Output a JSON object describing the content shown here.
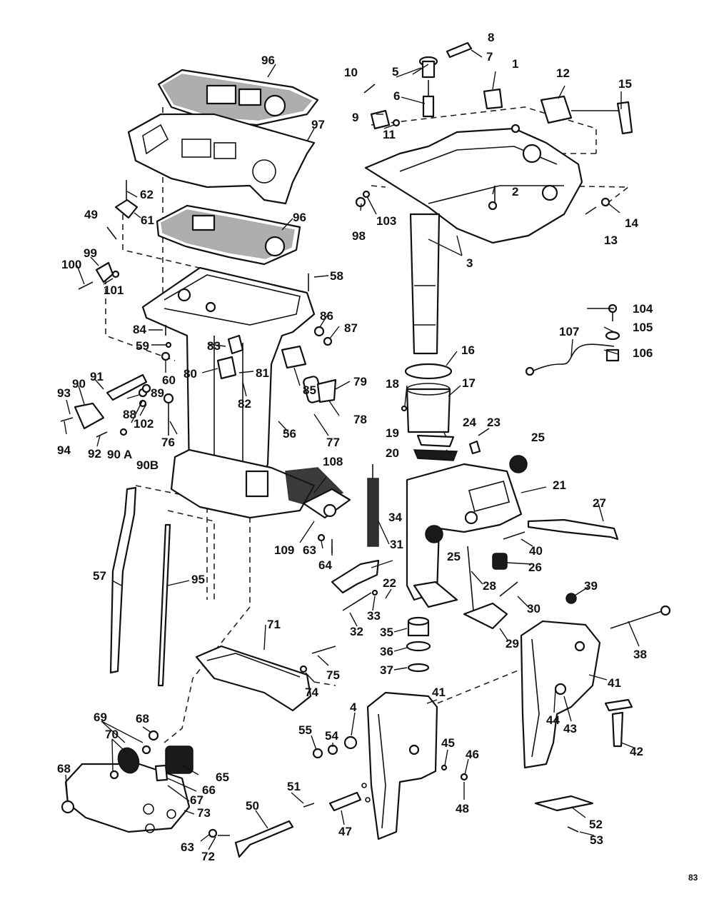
{
  "page_number": "83",
  "callouts": [
    {
      "id": "c1",
      "n": "1"
    },
    {
      "id": "c2",
      "n": "2"
    },
    {
      "id": "c3",
      "n": "3"
    },
    {
      "id": "c4",
      "n": "4"
    },
    {
      "id": "c5",
      "n": "5"
    },
    {
      "id": "c6",
      "n": "6"
    },
    {
      "id": "c7",
      "n": "7"
    },
    {
      "id": "c8",
      "n": "8"
    },
    {
      "id": "c9",
      "n": "9"
    },
    {
      "id": "c10",
      "n": "10"
    },
    {
      "id": "c11",
      "n": "11"
    },
    {
      "id": "c12",
      "n": "12"
    },
    {
      "id": "c13",
      "n": "13"
    },
    {
      "id": "c14",
      "n": "14"
    },
    {
      "id": "c15",
      "n": "15"
    },
    {
      "id": "c16",
      "n": "16"
    },
    {
      "id": "c17",
      "n": "17"
    },
    {
      "id": "c18",
      "n": "18"
    },
    {
      "id": "c19",
      "n": "19"
    },
    {
      "id": "c20",
      "n": "20"
    },
    {
      "id": "c21",
      "n": "21"
    },
    {
      "id": "c22",
      "n": "22"
    },
    {
      "id": "c23",
      "n": "23"
    },
    {
      "id": "c24",
      "n": "24"
    },
    {
      "id": "c25a",
      "n": "25"
    },
    {
      "id": "c25b",
      "n": "25"
    },
    {
      "id": "c26",
      "n": "26"
    },
    {
      "id": "c27",
      "n": "27"
    },
    {
      "id": "c28",
      "n": "28"
    },
    {
      "id": "c29",
      "n": "29"
    },
    {
      "id": "c30",
      "n": "30"
    },
    {
      "id": "c31",
      "n": "31"
    },
    {
      "id": "c32",
      "n": "32"
    },
    {
      "id": "c33",
      "n": "33"
    },
    {
      "id": "c34",
      "n": "34"
    },
    {
      "id": "c35",
      "n": "35"
    },
    {
      "id": "c36",
      "n": "36"
    },
    {
      "id": "c37",
      "n": "37"
    },
    {
      "id": "c38",
      "n": "38"
    },
    {
      "id": "c39",
      "n": "39"
    },
    {
      "id": "c40",
      "n": "40"
    },
    {
      "id": "c41a",
      "n": "41"
    },
    {
      "id": "c41b",
      "n": "41"
    },
    {
      "id": "c42",
      "n": "42"
    },
    {
      "id": "c43",
      "n": "43"
    },
    {
      "id": "c44",
      "n": "44"
    },
    {
      "id": "c45",
      "n": "45"
    },
    {
      "id": "c46",
      "n": "46"
    },
    {
      "id": "c47",
      "n": "47"
    },
    {
      "id": "c48",
      "n": "48"
    },
    {
      "id": "c49",
      "n": "49"
    },
    {
      "id": "c50",
      "n": "50"
    },
    {
      "id": "c51",
      "n": "51"
    },
    {
      "id": "c52",
      "n": "52"
    },
    {
      "id": "c53",
      "n": "53"
    },
    {
      "id": "c54",
      "n": "54"
    },
    {
      "id": "c55",
      "n": "55"
    },
    {
      "id": "c56",
      "n": "56"
    },
    {
      "id": "c57",
      "n": "57"
    },
    {
      "id": "c58",
      "n": "58"
    },
    {
      "id": "c59",
      "n": "59"
    },
    {
      "id": "c60",
      "n": "60"
    },
    {
      "id": "c61",
      "n": "61"
    },
    {
      "id": "c62",
      "n": "62"
    },
    {
      "id": "c63a",
      "n": "63"
    },
    {
      "id": "c63b",
      "n": "63"
    },
    {
      "id": "c64",
      "n": "64"
    },
    {
      "id": "c65",
      "n": "65"
    },
    {
      "id": "c66",
      "n": "66"
    },
    {
      "id": "c67",
      "n": "67"
    },
    {
      "id": "c68a",
      "n": "68"
    },
    {
      "id": "c68b",
      "n": "68"
    },
    {
      "id": "c69",
      "n": "69"
    },
    {
      "id": "c70",
      "n": "70"
    },
    {
      "id": "c71",
      "n": "71"
    },
    {
      "id": "c72",
      "n": "72"
    },
    {
      "id": "c73",
      "n": "73"
    },
    {
      "id": "c74",
      "n": "74"
    },
    {
      "id": "c75",
      "n": "75"
    },
    {
      "id": "c76",
      "n": "76"
    },
    {
      "id": "c77",
      "n": "77"
    },
    {
      "id": "c78",
      "n": "78"
    },
    {
      "id": "c79",
      "n": "79"
    },
    {
      "id": "c80",
      "n": "80"
    },
    {
      "id": "c81",
      "n": "81"
    },
    {
      "id": "c82",
      "n": "82"
    },
    {
      "id": "c83",
      "n": "83"
    },
    {
      "id": "c84",
      "n": "84"
    },
    {
      "id": "c85",
      "n": "85"
    },
    {
      "id": "c86",
      "n": "86"
    },
    {
      "id": "c87",
      "n": "87"
    },
    {
      "id": "c88",
      "n": "88"
    },
    {
      "id": "c89",
      "n": "89"
    },
    {
      "id": "c90",
      "n": "90"
    },
    {
      "id": "c90a",
      "n": "90 A"
    },
    {
      "id": "c90b",
      "n": "90B"
    },
    {
      "id": "c91",
      "n": "91"
    },
    {
      "id": "c92",
      "n": "92"
    },
    {
      "id": "c93",
      "n": "93"
    },
    {
      "id": "c94",
      "n": "94"
    },
    {
      "id": "c95",
      "n": "95"
    },
    {
      "id": "c96a",
      "n": "96"
    },
    {
      "id": "c96b",
      "n": "96"
    },
    {
      "id": "c97",
      "n": "97"
    },
    {
      "id": "c98",
      "n": "98"
    },
    {
      "id": "c99",
      "n": "99"
    },
    {
      "id": "c100",
      "n": "100"
    },
    {
      "id": "c101",
      "n": "101"
    },
    {
      "id": "c102",
      "n": "102"
    },
    {
      "id": "c103",
      "n": "103"
    },
    {
      "id": "c104",
      "n": "104"
    },
    {
      "id": "c105",
      "n": "105"
    },
    {
      "id": "c106",
      "n": "106"
    },
    {
      "id": "c107",
      "n": "107"
    },
    {
      "id": "c108",
      "n": "108"
    },
    {
      "id": "c109",
      "n": "109"
    }
  ]
}
